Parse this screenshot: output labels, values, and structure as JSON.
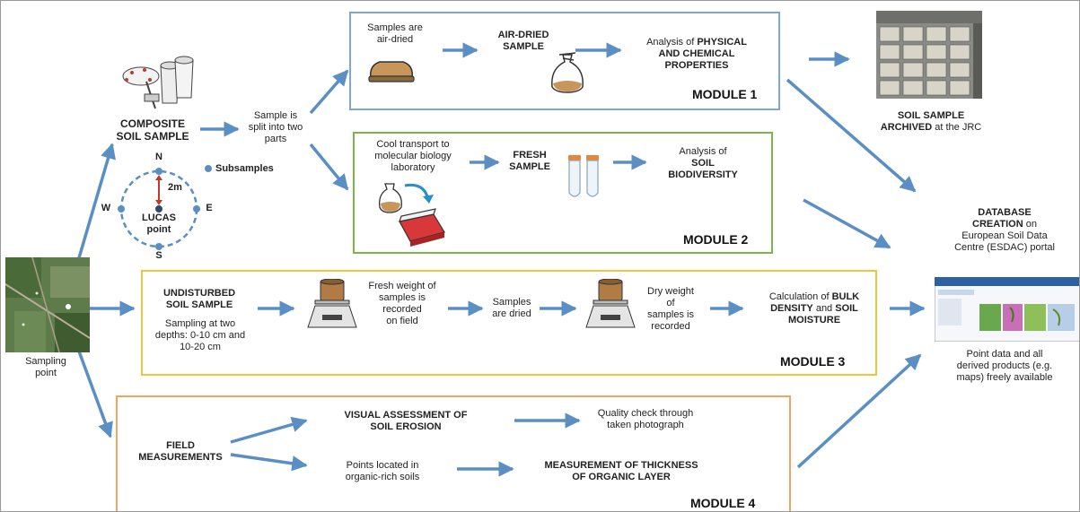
{
  "colors": {
    "arrow": "#5b8fc4",
    "module1_border": "#7ea6d8",
    "module2_border": "#7ab648",
    "module3_border": "#f2c33c",
    "module4_border": "#f0a662",
    "compass_dashes": "#5b8fc4",
    "compass_arrow": "#c0392b"
  },
  "icons": [
    "aerial-photo",
    "soil-sampling-tools",
    "soil-bag",
    "tied-sample-bag",
    "test-tubes",
    "cool-box",
    "lab-scale",
    "archive-shelves",
    "portal-screenshot"
  ],
  "sampling_point": {
    "line1": "Sampling",
    "line2": "point"
  },
  "composite": {
    "line1": "COMPOSITE",
    "line2": "SOIL SAMPLE",
    "subsamples": "Subsamples",
    "north": "N",
    "south": "S",
    "east": "E",
    "west": "W",
    "distance": "2m",
    "lucas_line1": "LUCAS",
    "lucas_line2": "point"
  },
  "split": {
    "line1": "Sample is",
    "line2": "split into two",
    "line3": "parts"
  },
  "module1": {
    "label": "MODULE 1",
    "step1_line1": "Samples are",
    "step1_line2": "air-dried",
    "step2_line1": "AIR-DRIED",
    "step2_line2": "SAMPLE",
    "step3_line1_prefix": "Analysis of ",
    "step3_line1_bold": "PHYSICAL",
    "step3_line2": "AND CHEMICAL",
    "step3_line3": "PROPERTIES"
  },
  "module2": {
    "label": "MODULE 2",
    "step1_line1": "Cool transport to",
    "step1_line2": "molecular biology",
    "step1_line3": "laboratory",
    "step2_line1": "FRESH",
    "step2_line2": "SAMPLE",
    "step3_line1": "Analysis of",
    "step3_line2": "SOIL",
    "step3_line3": "BIODIVERSITY"
  },
  "module3": {
    "label": "MODULE 3",
    "title_line1": "UNDISTURBED",
    "title_line2": "SOIL SAMPLE",
    "depth_line1": "Sampling at two",
    "depth_line2": "depths: 0-10 cm and",
    "depth_line3": "10-20 cm",
    "fresh_line1": "Fresh weight of",
    "fresh_line2": "samples is",
    "fresh_line3": "recorded",
    "fresh_line4": "on field",
    "dried_line1": "Samples",
    "dried_line2": "are dried",
    "dry_line1": "Dry weight",
    "dry_line2": "of",
    "dry_line3": "samples is",
    "dry_line4": "recorded",
    "calc_line1_prefix": "Calculation of ",
    "calc_line1_bold": "BULK",
    "calc_line2_bold1": "DENSITY",
    "calc_line2_mid": " and ",
    "calc_line2_bold2": "SOIL",
    "calc_line3_bold": "MOISTURE"
  },
  "module4": {
    "label": "MODULE 4",
    "field_line1": "FIELD",
    "field_line2": "MEASUREMENTS",
    "visual_line1": "VISUAL ASSESSMENT OF",
    "visual_line2": "SOIL EROSION",
    "quality_line1": "Quality check through",
    "quality_line2": "taken photograph",
    "points_line1": "Points located in",
    "points_line2": "organic-rich soils",
    "thickness_line1": "MEASUREMENT OF THICKNESS",
    "thickness_line2": "OF ORGANIC LAYER"
  },
  "archive": {
    "line1": "SOIL SAMPLE",
    "line2_bold": "ARCHIVED",
    "line2_rest": " at the JRC"
  },
  "database": {
    "line1": "DATABASE",
    "line2_bold": "CREATION",
    "line2_rest": " on",
    "line3": "European Soil Data",
    "line4": "Centre (ESDAC) portal",
    "note_line1": "Point data and all",
    "note_line2": "derived products (e.g.",
    "note_line3": "maps) freely available"
  }
}
